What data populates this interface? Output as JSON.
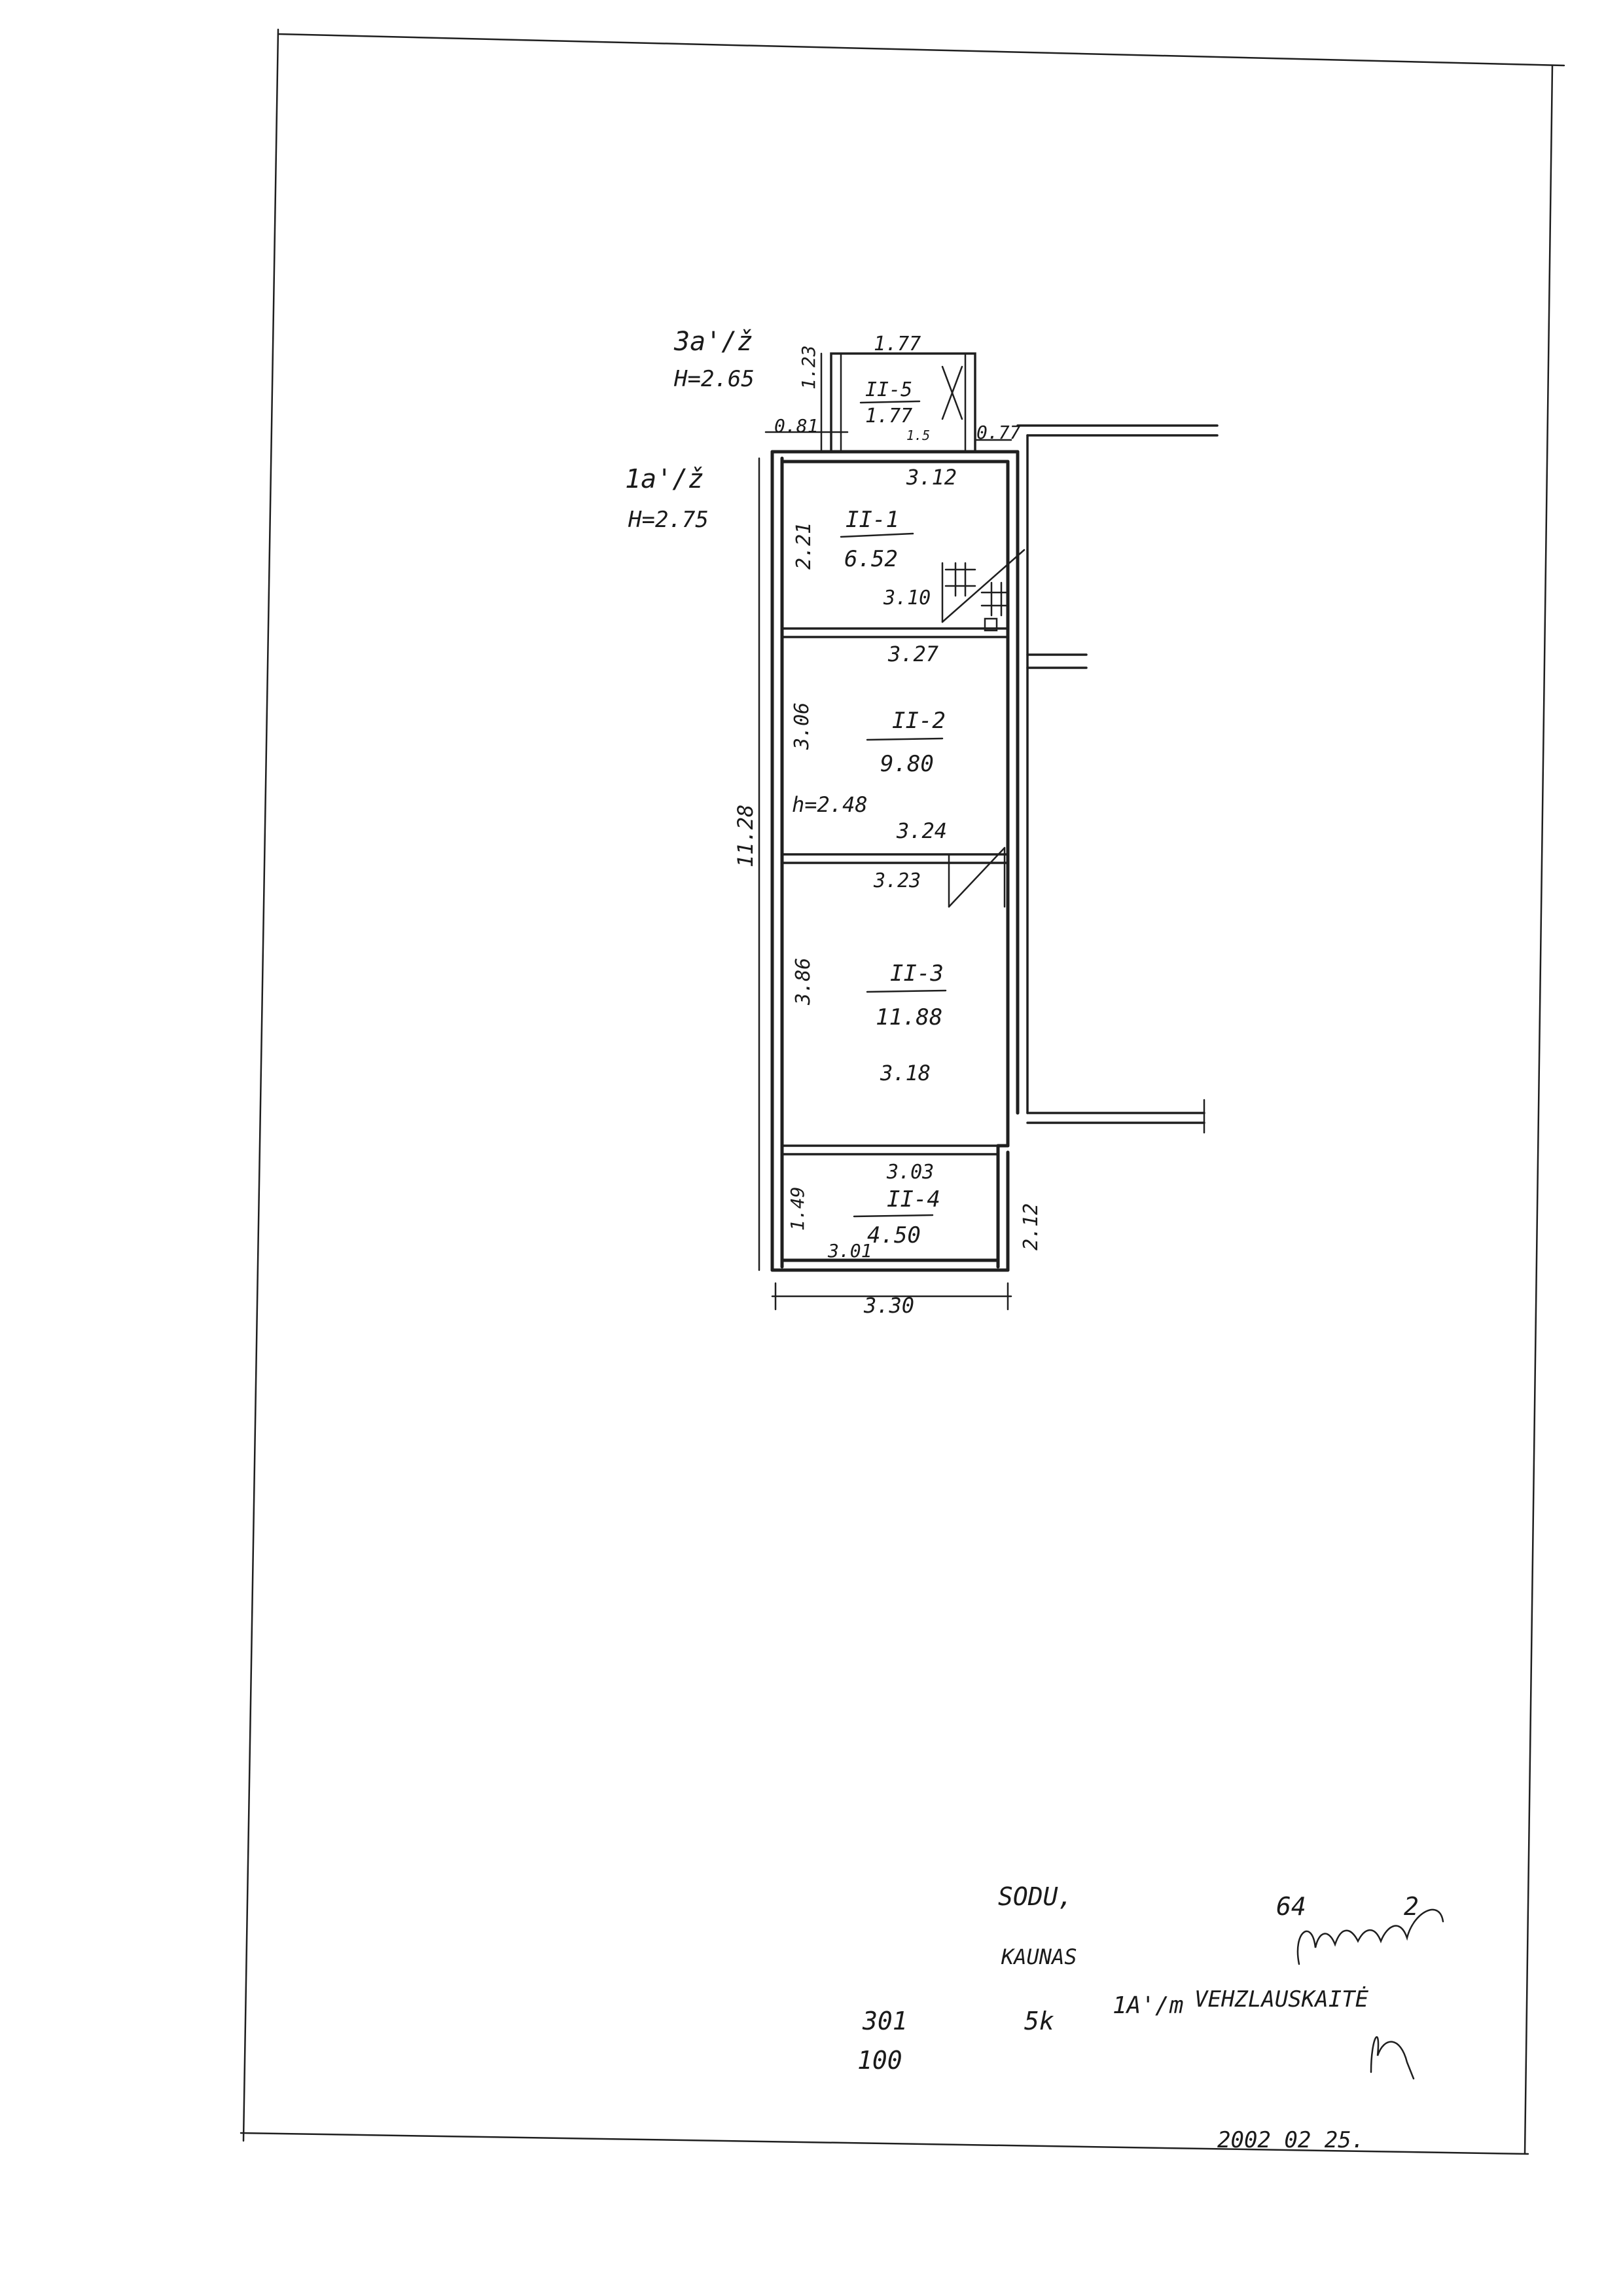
{
  "sheet": {
    "floor_labels": [
      {
        "label": "3a'/ž",
        "height": "H=2.65"
      },
      {
        "label": "1a'/ž",
        "height": "H=2.75"
      }
    ]
  },
  "rooms": [
    {
      "id": "II-1",
      "area": "6.52"
    },
    {
      "id": "II-2",
      "area": "9.80"
    },
    {
      "id": "II-3",
      "area": "11.88"
    },
    {
      "id": "II-4",
      "area": "4.50"
    },
    {
      "id": "II-5",
      "area": "1.77"
    }
  ],
  "dimensions": {
    "top_width": "1.77",
    "top_depth": "1.23",
    "left_offset": "0.81",
    "stair_gap": "1.5",
    "right_offset": "0.77",
    "width_1": "3.12",
    "height_1": "2.21",
    "stair_width": "3.10",
    "width_2": "3.27",
    "height_2": "3.06",
    "ceiling_h": "h=2.48",
    "overall_height": "11.28",
    "width_3a": "3.24",
    "width_3b": "3.23",
    "height_3": "3.86",
    "width_3c": "3.18",
    "width_4a": "3.03",
    "height_4": "1.49",
    "width_4b": "3.01",
    "height_4r": "2.12",
    "total_width": "3.30"
  },
  "notes": {
    "line1": "SODU,",
    "line1_num1": "64",
    "line1_num2": "2",
    "line2": "KAUNAS",
    "line3_a": "301",
    "line3_b": "5k",
    "line3_c": "1A'/m",
    "line3_d": "VEHZLAUSKAITĖ",
    "line4": "100",
    "date": "2002 02 25."
  }
}
